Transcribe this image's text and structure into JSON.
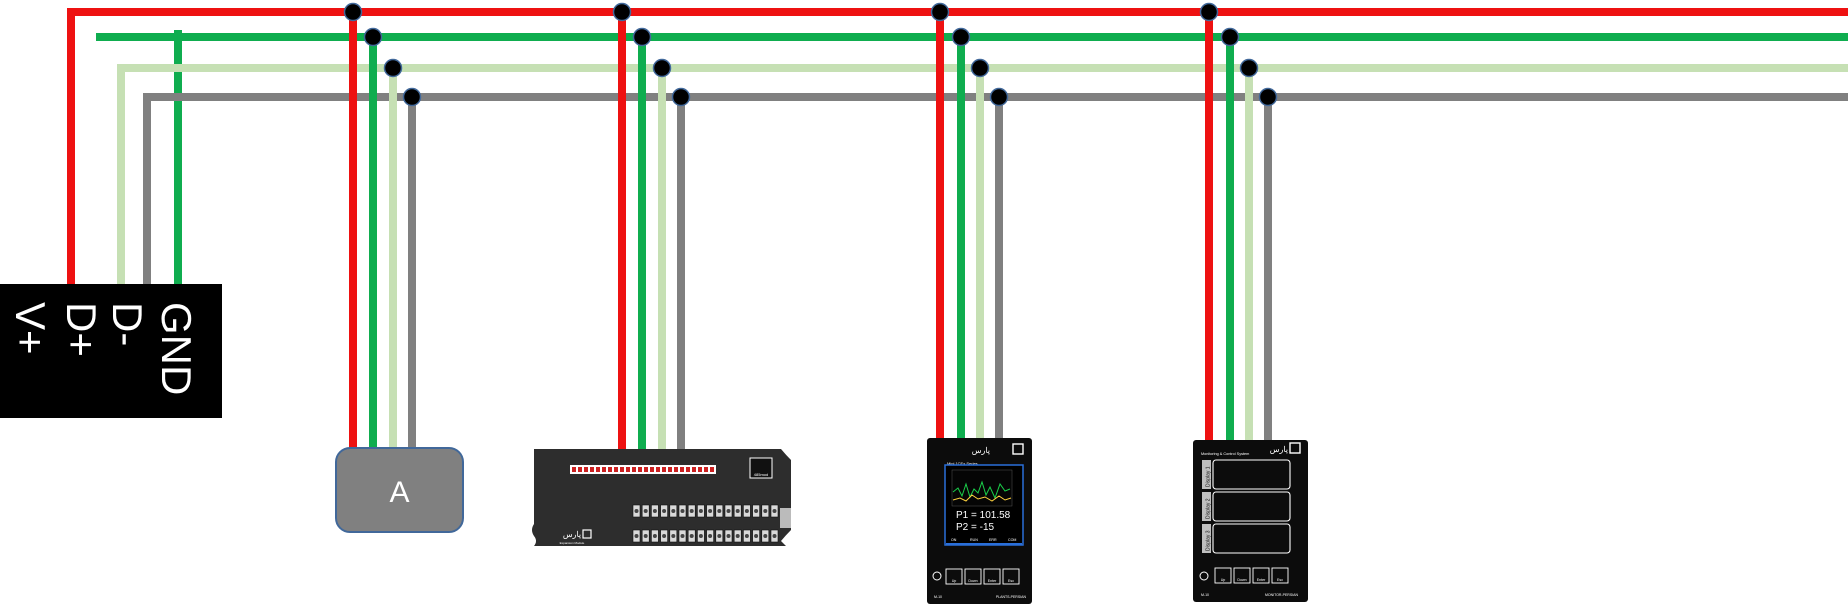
{
  "colors": {
    "vplus": "#ee1111",
    "gnd": "#0fad4f",
    "dplus": "#c6e0b4",
    "dminus": "#808080",
    "junction": "#000000",
    "device_gray": "#808080",
    "device_black": "#222222"
  },
  "terminal_block": {
    "labels": [
      "V+",
      "D+",
      "D-",
      "GND"
    ]
  },
  "device_a": {
    "label": "A"
  },
  "io_module": {
    "brand": "پارس",
    "tag": "Expansion Module",
    "badge": "485mod"
  },
  "monitor_1": {
    "header": "پارس",
    "subtitle": "Mini 1CEx Series",
    "p1": "P1 = 101.58",
    "p2": "P2 = -15",
    "status": [
      "ON",
      "RUN",
      "ERR",
      "COM"
    ],
    "buttons": [
      "Up",
      "Down",
      "Enter",
      "Esc"
    ],
    "footer_left": "M-10",
    "footer_right": "PLANTS-PERSIAN"
  },
  "monitor_2": {
    "header": "Monitoring & Control System",
    "brand": "پارس",
    "displays": [
      "Display 1",
      "Display 2",
      "Display 3"
    ],
    "buttons": [
      "Up",
      "Down",
      "Enter",
      "Esc"
    ],
    "footer_left": "M-10",
    "footer_right": "MONITOR-PERSIAN"
  }
}
